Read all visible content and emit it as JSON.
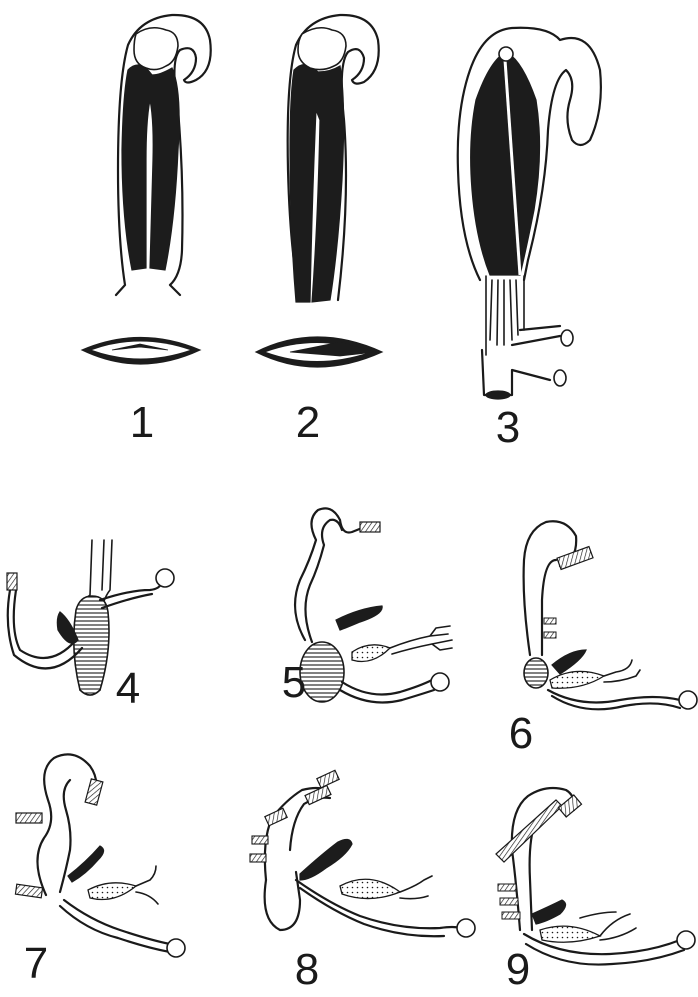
{
  "figure_labels": [
    "1",
    "2",
    "3",
    "4",
    "5",
    "6",
    "7",
    "8",
    "9"
  ]
}
